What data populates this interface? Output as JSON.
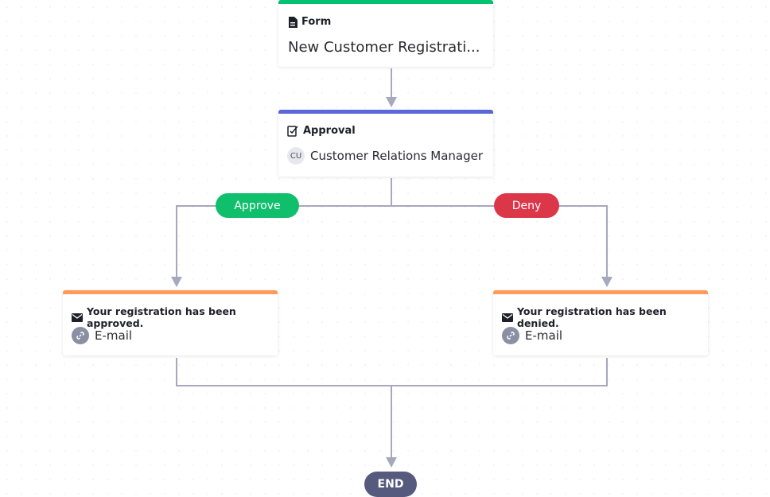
{
  "colors": {
    "form_accent": "#00c271",
    "approval_accent": "#5a67d8",
    "email_accent": "#ff9a5a",
    "approve_pill": "#0fbf6b",
    "deny_pill": "#dc3649",
    "end_pill": "#565a7c",
    "connector": "#a6a8bd"
  },
  "form_card": {
    "icon": "document-icon",
    "type_label": "Form",
    "title": "New Customer Registrati..."
  },
  "approval_card": {
    "icon": "approval-icon",
    "type_label": "Approval",
    "assignee_initials": "CU",
    "assignee": "Customer Relations Manager"
  },
  "branches": {
    "approve_label": "Approve",
    "deny_label": "Deny"
  },
  "approved_email_card": {
    "icon": "envelope-icon",
    "title": "Your registration has been approved.",
    "channel_icon": "link-icon",
    "channel": "E-mail"
  },
  "denied_email_card": {
    "icon": "envelope-icon",
    "title": "Your registration has been denied.",
    "channel_icon": "link-icon",
    "channel": "E-mail"
  },
  "end_label": "END"
}
